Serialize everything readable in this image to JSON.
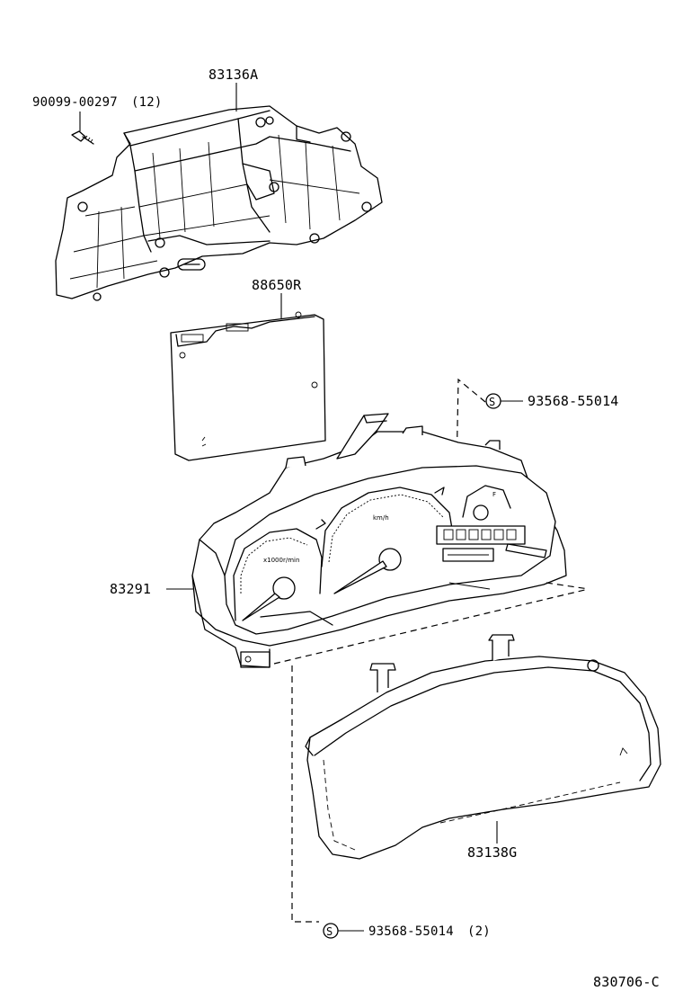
{
  "parts": {
    "bracket": "83136A",
    "screw": "90099-00297",
    "screw_qty": "(12)",
    "circuit_board": "88650R",
    "screw_s_top": "93568-55014",
    "meter_assy": "83291",
    "glass_cover": "83138G",
    "screw_s_bottom": "93568-55014",
    "screw_s_bottom_qty": "(2)"
  },
  "symbols": {
    "s_mark_top": "S",
    "s_mark_bottom": "S"
  },
  "gauge_text": {
    "tacho_unit": "x1000r/min",
    "speedo_unit": "km/h",
    "fuel_f": "F"
  },
  "figure_code": "830706-C"
}
